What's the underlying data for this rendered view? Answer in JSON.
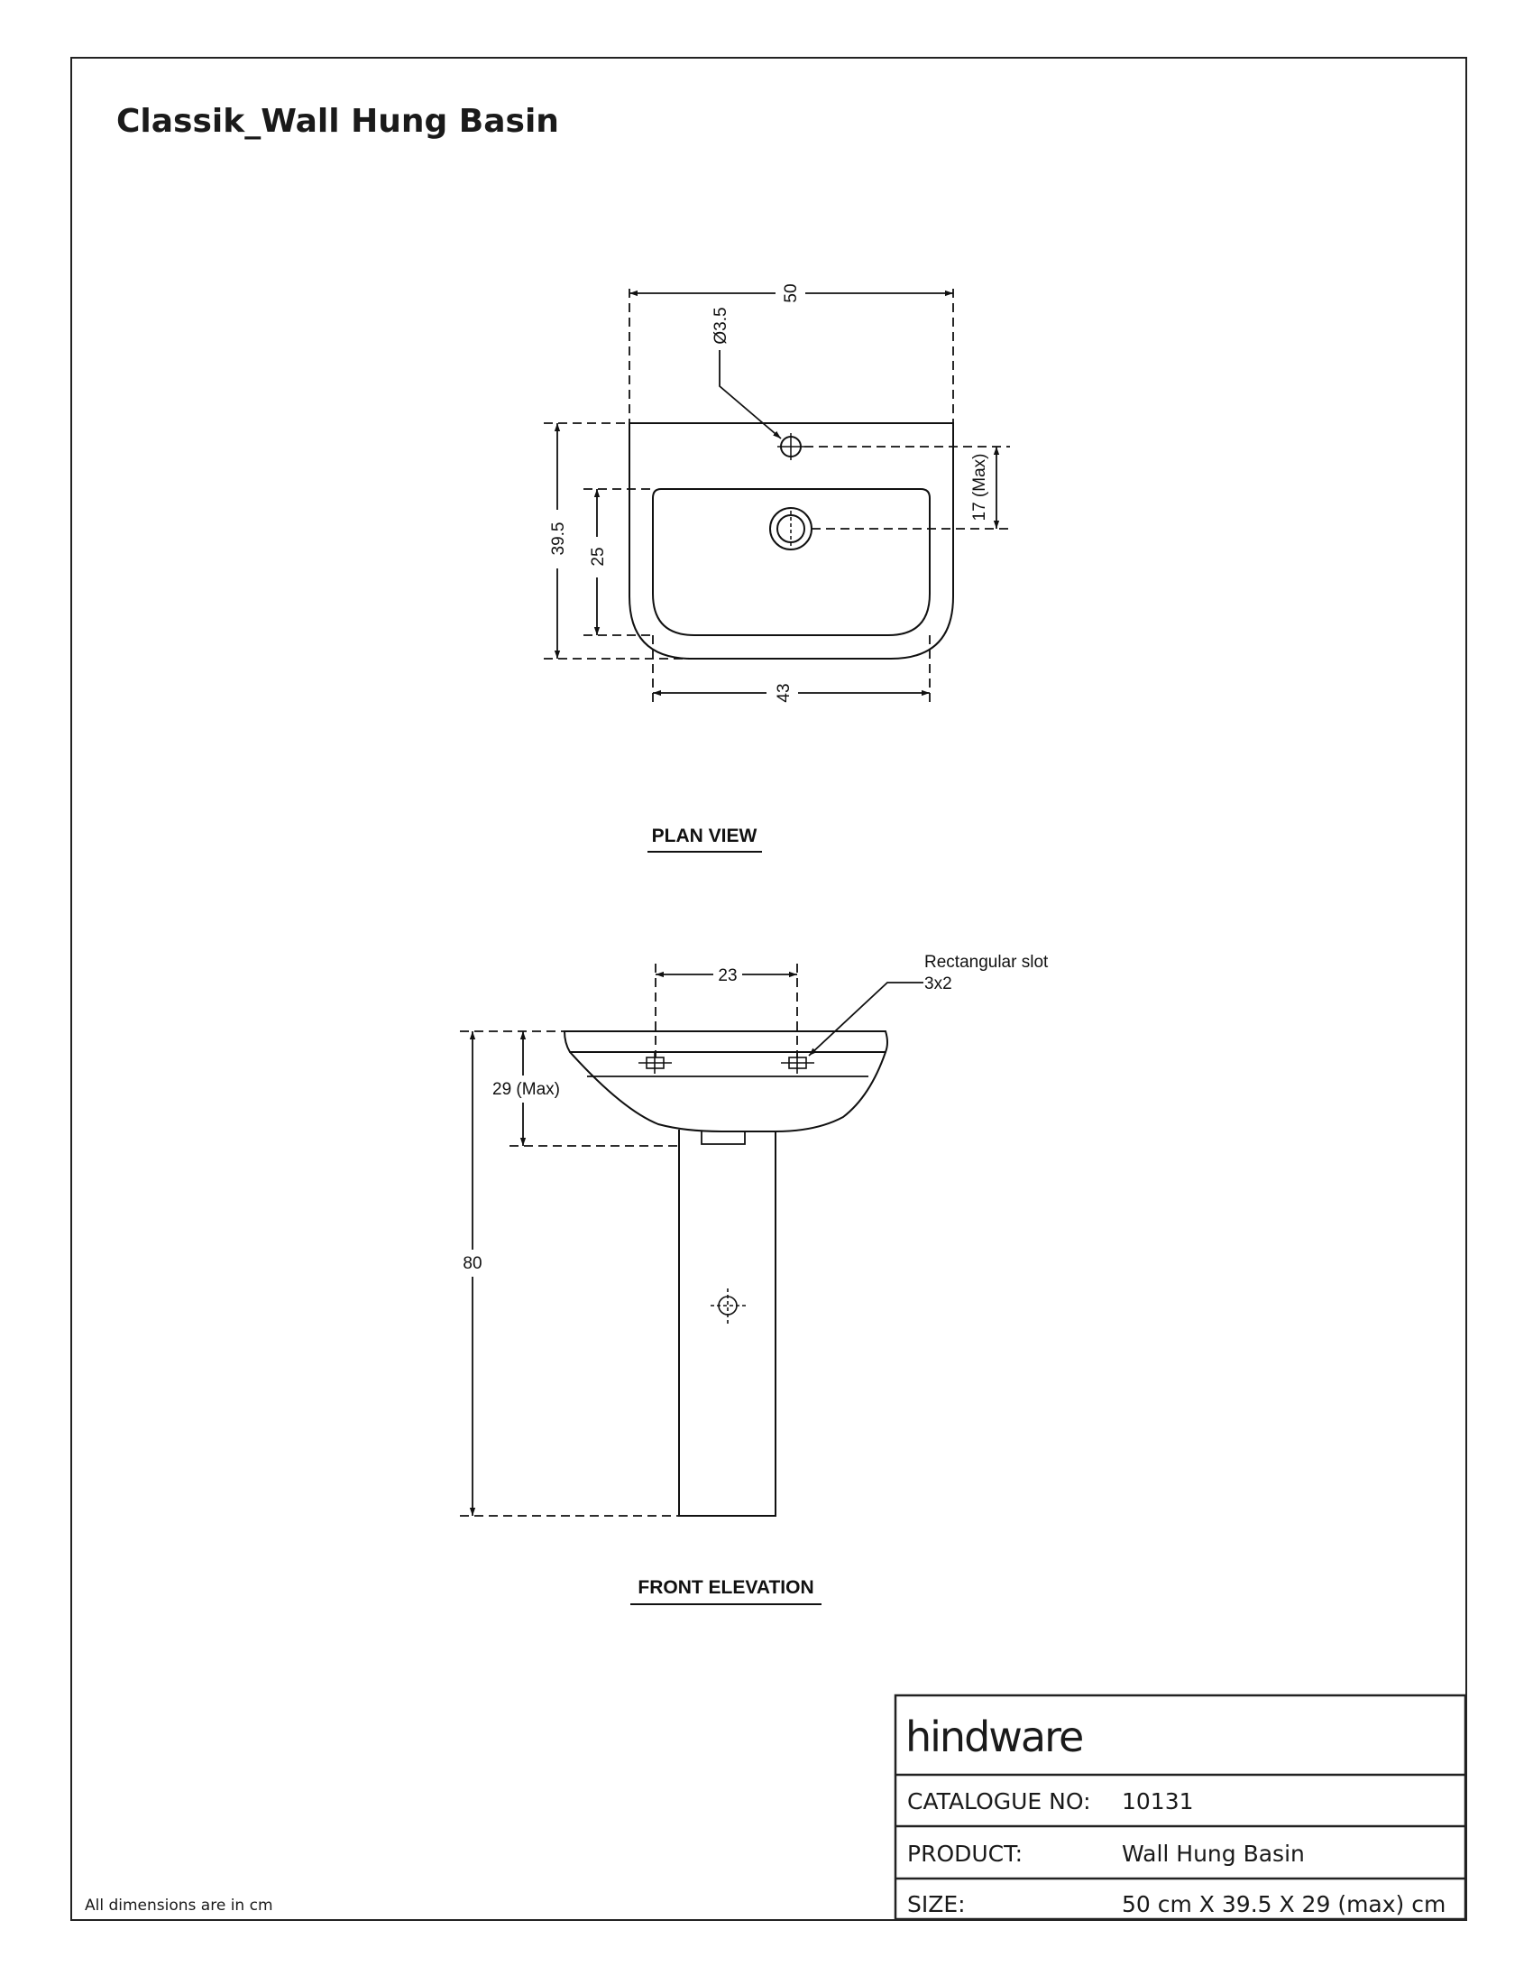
{
  "sheet": {
    "title": "Classik_Wall Hung Basin",
    "note": "All dimensions are in cm"
  },
  "plan_view": {
    "label": "PLAN VIEW",
    "dimensions": {
      "overall_width": "50",
      "tap_hole": "Ø3.5",
      "overall_depth": "39.5",
      "bowl_depth": "25",
      "bowl_width": "43",
      "tap_to_waste": "17 (Max)"
    }
  },
  "front_elevation": {
    "label": "FRONT ELEVATION",
    "dimensions": {
      "slot_spacing": "23",
      "slot_note_line1": "Rectangular slot",
      "slot_note_line2": "3x2",
      "basin_height": "29 (Max)",
      "total_height": "80"
    }
  },
  "title_block": {
    "brand": "hindware",
    "rows": [
      {
        "label": "CATALOGUE NO:",
        "value": "10131"
      },
      {
        "label": "PRODUCT:",
        "value": "Wall Hung Basin"
      },
      {
        "label": "SIZE:",
        "value": "50 cm X 39.5 X 29 (max) cm"
      }
    ]
  }
}
